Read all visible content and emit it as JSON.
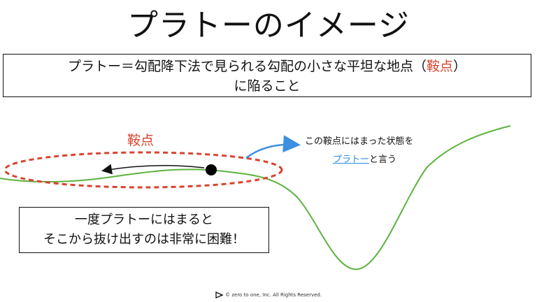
{
  "title": "プラトーのイメージ",
  "definition": {
    "line1_before": "プラトー＝勾配降下法で見られる勾配の小さな平坦な地点（",
    "line1_accent": "鞍点",
    "line1_after": "）",
    "line2": "に陥ること"
  },
  "saddle_label": "鞍点",
  "note": {
    "line1": "この鞍点にはまった状態を",
    "link": "プラトー",
    "line2_after": "と言う"
  },
  "warning": {
    "line1": "一度プラトーにはまると",
    "line2": "そこから抜け出すのは非常に困難！"
  },
  "footer": {
    "copyright_symbol": "©",
    "text": "zero to one, Inc. All Rights Reserved."
  },
  "colors": {
    "curve": "#5bb33d",
    "saddle_ellipse": "#d9432e",
    "callout_arrow": "#3d8fe0",
    "ball": "#000000"
  }
}
